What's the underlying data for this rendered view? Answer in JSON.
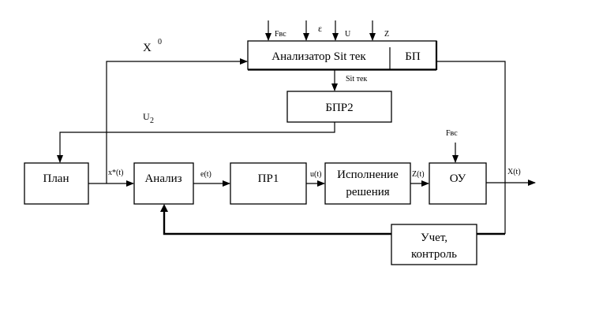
{
  "blocks": {
    "analyzer": "Анализатор Sit тек",
    "bp": "БП",
    "bpr2": "БПР2",
    "plan": "План",
    "analysis": "Анализ",
    "pr1": "ПР1",
    "execution_line1": "Исполнение",
    "execution_line2": "решения",
    "ou": "ОУ",
    "control_line1": "Учет,",
    "control_line2": "контроль"
  },
  "signals": {
    "fvs_top": "Fвс",
    "epsilon": "ε",
    "u": "U",
    "z": "Z",
    "x0": "X",
    "x0_sup": "0",
    "sit_tek": "Sit тек",
    "u2": "U",
    "u2_sub": "2",
    "x_star": "x*(t)",
    "e_t": "e(t)",
    "u_t": "u(t)",
    "z_t": "Z(t)",
    "fvs_ou": "Fвс",
    "x_t": "X(t)"
  }
}
